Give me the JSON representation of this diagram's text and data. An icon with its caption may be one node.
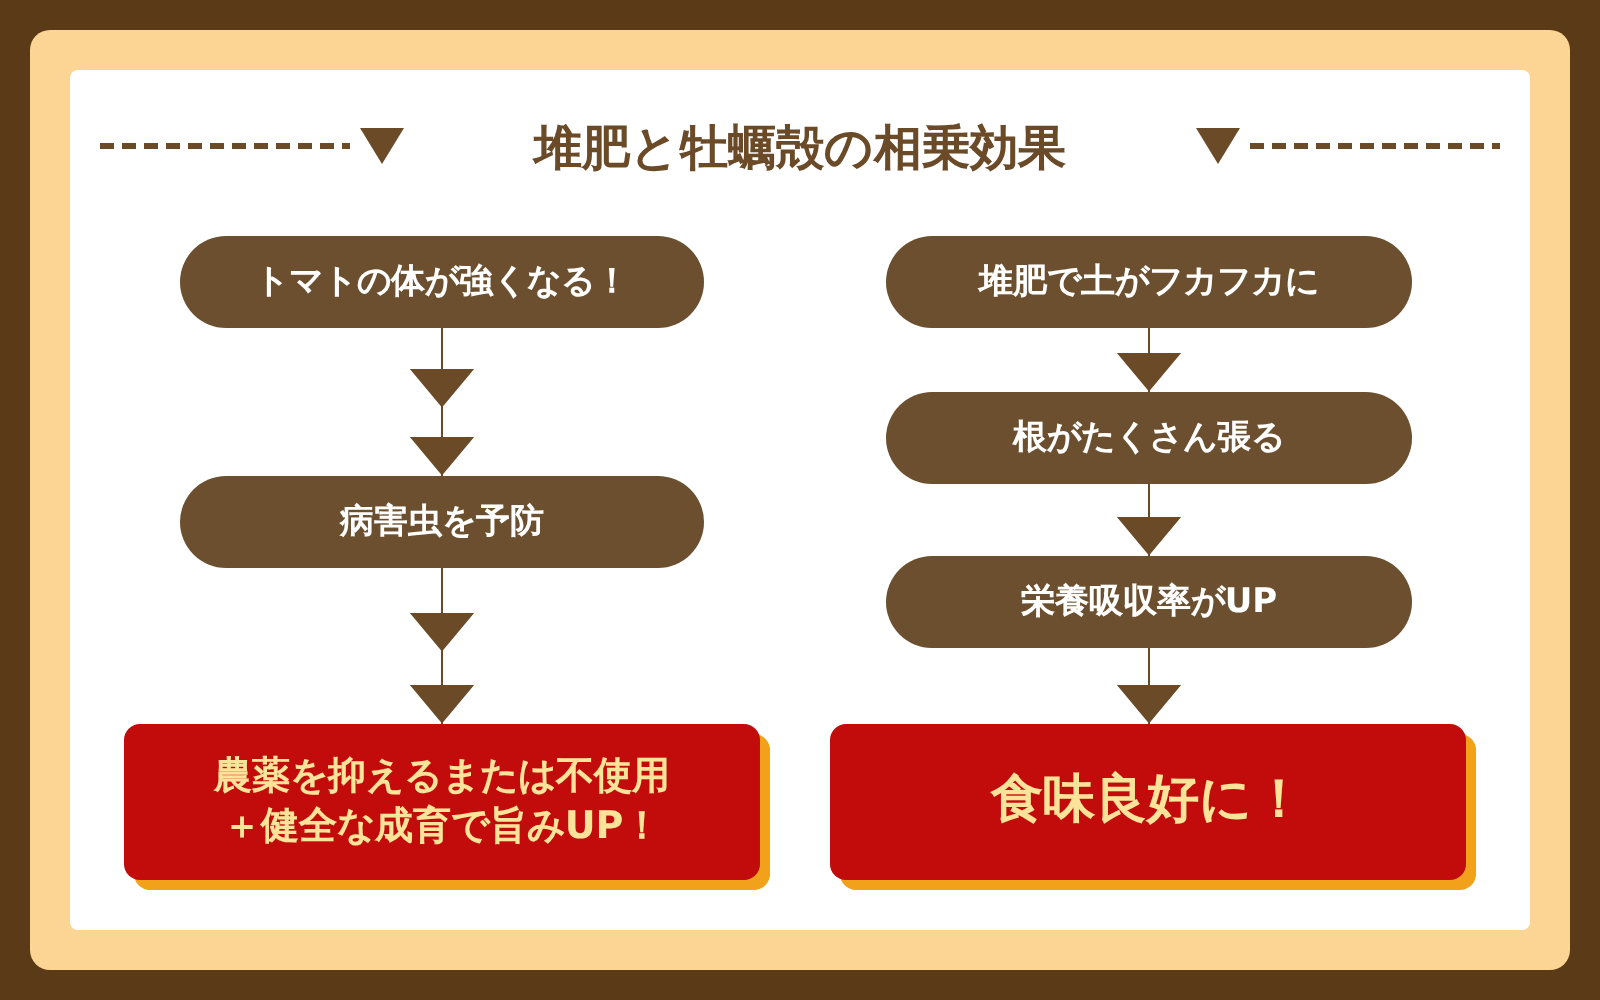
{
  "diagram": {
    "title": "堆肥と牡蠣殻の相乗効果",
    "nodes": [
      {
        "text": [
          "トマトの体が強くなる！"
        ]
      },
      {
        "text": [
          "病害虫を予防"
        ]
      },
      {
        "text": [
          "農薬を抑えるまたは不使用＋健全な成育で旨みUP！"
        ]
      },
      {
        "text": [
          "堆肥で土がフカフカに"
        ]
      },
      {
        "text": [
          "根がたくさん張る"
        ]
      },
      {
        "text": [
          "栄養吸収率がUP"
        ]
      },
      {
        "text": [
          "食味良好に！"
        ]
      }
    ],
    "edges": [
      {
        "from": 0,
        "to": 1,
        "arrow": "to"
      },
      {
        "from": 1,
        "to": 2,
        "arrow": "to"
      },
      {
        "from": 3,
        "to": 4,
        "arrow": "to"
      },
      {
        "from": 4,
        "to": 5,
        "arrow": "to"
      },
      {
        "from": 5,
        "to": 6,
        "arrow": "to"
      }
    ]
  }
}
